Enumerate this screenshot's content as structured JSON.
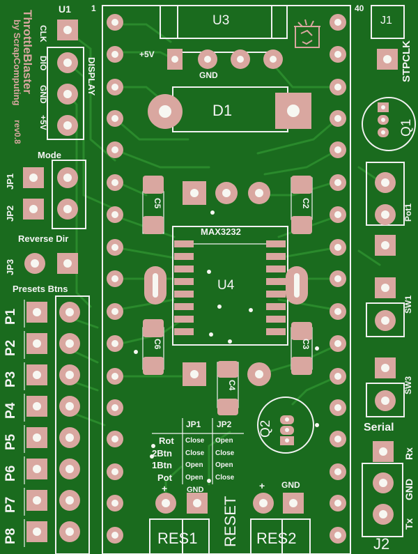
{
  "board": {
    "title": "ThrottleBlaster",
    "author": "by ScrapComputing",
    "revision": "rev0.8"
  },
  "modules": {
    "u1": "U1",
    "u3": "U3",
    "u4": "U4",
    "d1": "D1",
    "j1": "J1",
    "j2": "J2",
    "q1": "Q1",
    "q2": "Q2",
    "ic": "MAX3232",
    "pot1": "Pot1",
    "sw1": "SW1",
    "sw3": "SW3",
    "res1": "RES1",
    "res2": "RES2",
    "reset": "RESET",
    "stpclk": "STPCLK",
    "serial": "Serial",
    "rx": "Rx",
    "tx": "Tx",
    "gnd": "GND",
    "plus5v": "+5V",
    "plus": "+",
    "pin1": "1",
    "pin40": "40"
  },
  "caps": [
    "C5",
    "C2",
    "C6",
    "C3",
    "C4"
  ],
  "display": {
    "label": "DISPLAY",
    "pins": [
      "CLK",
      "DIO",
      "GND",
      "+5V"
    ]
  },
  "jumpers": {
    "mode": "Mode",
    "jp1": "JP1",
    "jp2": "JP2",
    "jp3": "JP3",
    "reverse_dir": "Reverse Dir"
  },
  "presets": {
    "header": "Presets Btns",
    "labels": [
      "P1",
      "P2",
      "P3",
      "P4",
      "P5",
      "P6",
      "P7",
      "P8"
    ]
  },
  "mode_table": {
    "col1": "JP1",
    "col2": "JP2",
    "rows": [
      {
        "name": "Rot",
        "jp1": "Close",
        "jp2": "Open"
      },
      {
        "name": "2Btn",
        "jp1": "Close",
        "jp2": "Close"
      },
      {
        "name": "1Btn",
        "jp1": "Open",
        "jp2": "Open"
      },
      {
        "name": "Pot",
        "jp1": "Open",
        "jp2": "Close"
      }
    ]
  },
  "colors": {
    "board": "#1a6b1e",
    "trace": "#2a8a2c",
    "copper": "#d9a7a0",
    "silkscreen": "#f2f2f2",
    "brand_text": "#d9a7a0"
  },
  "icons": [
    "recycle-logo-icon"
  ]
}
